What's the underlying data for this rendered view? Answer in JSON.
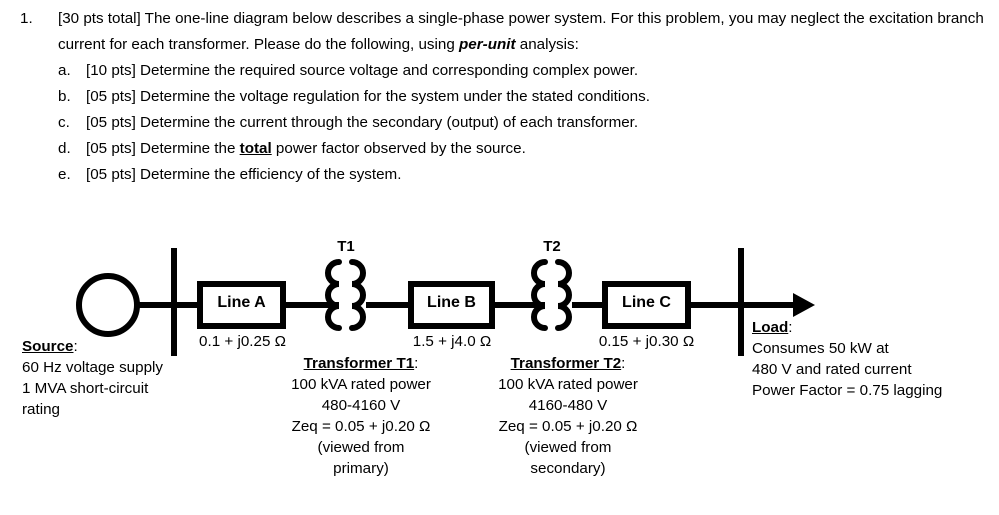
{
  "question": {
    "number": "1.",
    "intro_prefix": "[30 pts total]  The one-line diagram below describes a single-phase power system.  For this problem, you may neglect the excitation branch current for each transformer.  Please do the following, using ",
    "intro_emphasis": "per-unit",
    "intro_suffix": " analysis:",
    "parts": [
      {
        "marker": "a.",
        "text": "[10 pts]  Determine the required source voltage and corresponding complex power."
      },
      {
        "marker": "b.",
        "text": "[05 pts]  Determine the voltage regulation for the system under the stated conditions."
      },
      {
        "marker": "c.",
        "text": "[05 pts]  Determine the current through the secondary (output) of each transformer."
      },
      {
        "marker": "d_pre",
        "text": "[05 pts]  Determine the "
      },
      {
        "marker": "d_emph",
        "text": "total"
      },
      {
        "marker": "d_post",
        "text": " power factor observed by the source."
      },
      {
        "marker": "e.",
        "text": "[05 pts]  Determine the efficiency of the system."
      }
    ],
    "markers": {
      "a": "a.",
      "b": "b.",
      "c": "c.",
      "d": "d.",
      "e": "e."
    }
  },
  "diagram": {
    "source": {
      "heading": "Source",
      "heading_colon": ":",
      "line1": "60 Hz voltage supply",
      "line2": "1 MVA short-circuit",
      "line3": "rating"
    },
    "lines": [
      {
        "box_label": "Line A",
        "impedance": "0.1 + j0.25 Ω"
      },
      {
        "box_label": "Line B",
        "impedance": "1.5 + j4.0 Ω"
      },
      {
        "box_label": "Line C",
        "impedance": "0.15 + j0.30 Ω"
      }
    ],
    "transformers": [
      {
        "symbol_label": "T1",
        "heading": "Transformer T1",
        "heading_colon": ":",
        "rated_power": "100 kVA rated power",
        "voltage": "480-4160 V",
        "zeq": "Zeq = 0.05 + j0.20 Ω",
        "note_line1": "(viewed from",
        "note_line2": "primary)"
      },
      {
        "symbol_label": "T2",
        "heading": "Transformer T2",
        "heading_colon": ":",
        "rated_power": "100 kVA rated power",
        "voltage": "4160-480 V",
        "zeq": "Zeq = 0.05 + j0.20 Ω",
        "note_line1": "(viewed from",
        "note_line2": "secondary)"
      }
    ],
    "load": {
      "heading": "Load",
      "heading_colon": ":",
      "line1": "Consumes 50 kW at",
      "line2": "480 V and rated current",
      "line3": "Power Factor = 0.75 lagging"
    },
    "colors": {
      "ink": "#000000",
      "background": "#ffffff"
    }
  }
}
